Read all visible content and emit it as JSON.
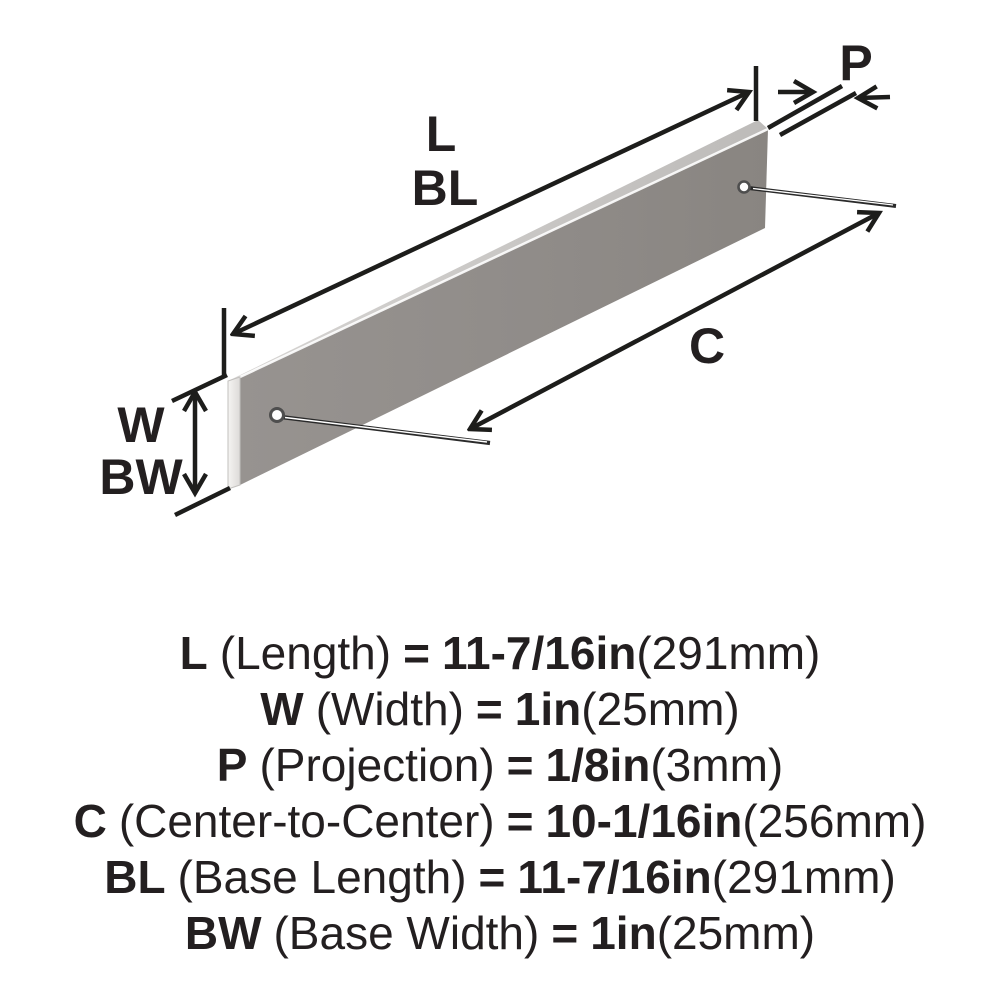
{
  "diagram": {
    "labels": {
      "length": "L",
      "base_length": "BL",
      "width": "W",
      "base_width": "BW",
      "projection": "P",
      "center_to_center": "C"
    },
    "colors": {
      "line": "#1d1d1b",
      "text": "#231f20",
      "bar_face": "#8f8b88",
      "bar_top": "#c6c4c2",
      "bar_end": "#eceae8",
      "highlight": "#ffffff"
    }
  },
  "spec": {
    "equals": "=",
    "lines": [
      {
        "symbol": "L",
        "name": "(Length)",
        "inch": "11-7/16in",
        "metric": "(291mm)"
      },
      {
        "symbol": "W",
        "name": "(Width)",
        "inch": "1in",
        "metric": "(25mm)"
      },
      {
        "symbol": "P",
        "name": "(Projection)",
        "inch": "1/8in",
        "metric": "(3mm)"
      },
      {
        "symbol": "C",
        "name": "(Center-to-Center)",
        "inch": "10-1/16in",
        "metric": "(256mm)"
      },
      {
        "symbol": "BL",
        "name": "(Base Length)",
        "inch": "11-7/16in",
        "metric": "(291mm)"
      },
      {
        "symbol": "BW",
        "name": "(Base Width)",
        "inch": "1in",
        "metric": "(25mm)"
      }
    ]
  }
}
